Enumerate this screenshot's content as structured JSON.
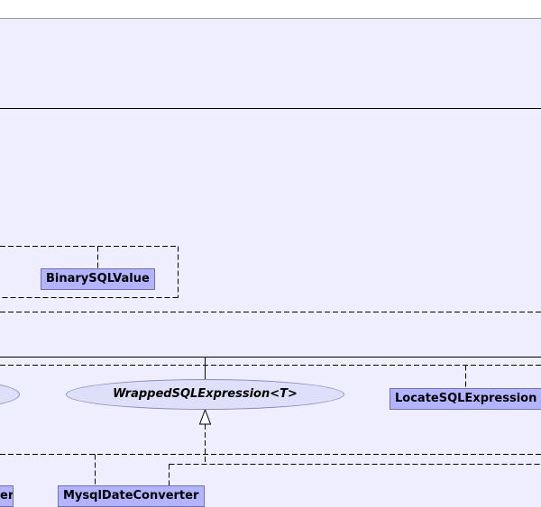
{
  "diagram": {
    "nodes": {
      "binary_sql_value": "BinarySQLValue",
      "wrapped_sql_expression": "WrappedSQLExpression<T>",
      "locate_sql_expression": "LocateSQLExpression",
      "mysql_date_converter": "MysqlDateConverter",
      "partial_left_node": "er"
    },
    "colors": {
      "background": "#eeeeff",
      "class_fill": "#b3b3ff",
      "class_border": "#7070b0",
      "interface_fill": "#dde0f8",
      "line": "#000000"
    }
  }
}
